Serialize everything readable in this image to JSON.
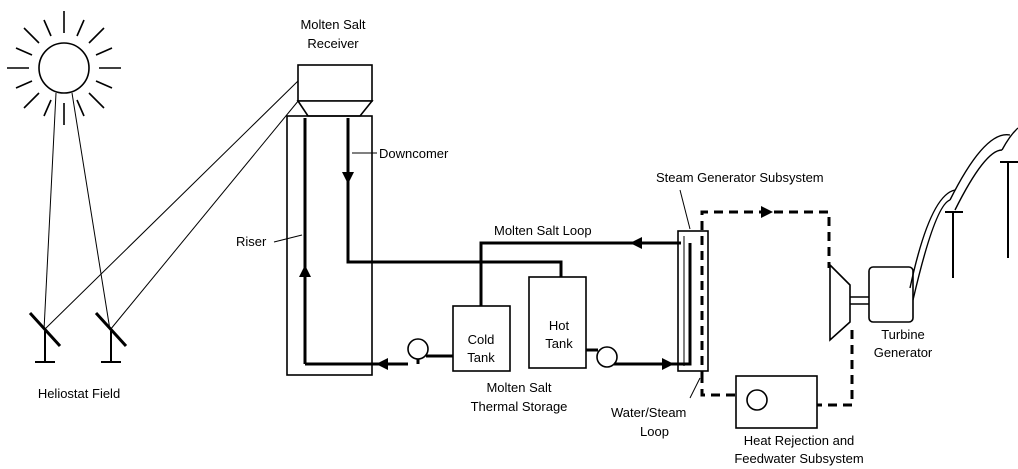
{
  "labels": {
    "receiver_line1": "Molten Salt",
    "receiver_line2": "Receiver",
    "downcomer": "Downcomer",
    "riser": "Riser",
    "heliostat_field": "Heliostat Field",
    "steam_generator": "Steam Generator Subsystem",
    "molten_salt_loop": "Molten Salt Loop",
    "cold_tank_line1": "Cold",
    "cold_tank_line2": "Tank",
    "hot_tank_line1": "Hot",
    "hot_tank_line2": "Tank",
    "storage_line1": "Molten Salt",
    "storage_line2": "Thermal Storage",
    "water_steam_line1": "Water/Steam",
    "water_steam_line2": "Loop",
    "turbine_line1": "Turbine",
    "turbine_line2": "Generator",
    "heat_rejection_line1": "Heat Rejection and",
    "heat_rejection_line2": "Feedwater Subsystem"
  }
}
